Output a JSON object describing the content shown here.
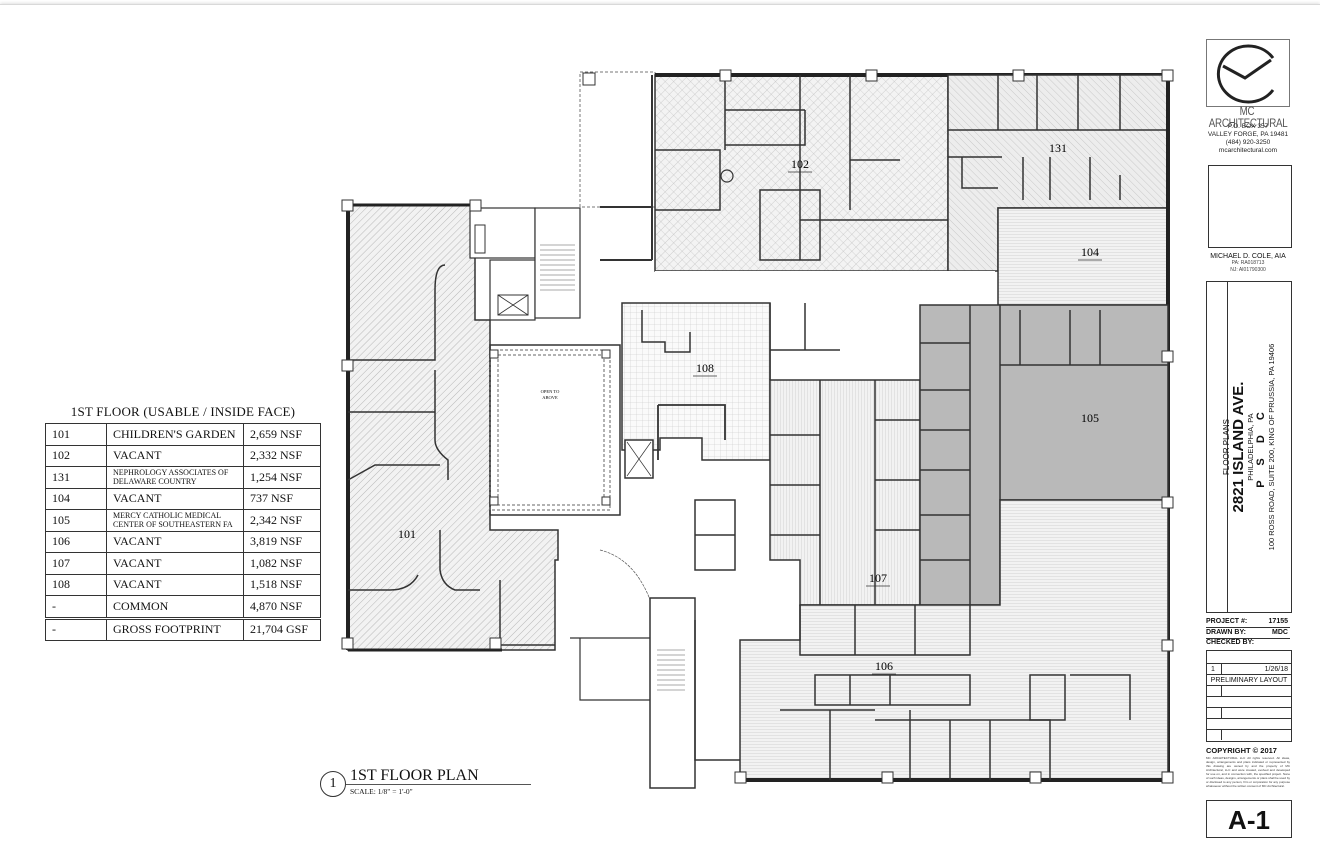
{
  "area_table": {
    "title": "1ST FLOOR (USABLE / INSIDE FACE)",
    "rows": [
      {
        "suite": "101",
        "tenant": "CHILDREN'S GARDEN",
        "area": "2,659 NSF"
      },
      {
        "suite": "102",
        "tenant": "VACANT",
        "area": "2,332 NSF"
      },
      {
        "suite": "131",
        "tenant": "NEPHROLOGY ASSOCIATES OF DELAWARE COUNTRY",
        "area": "1,254 NSF"
      },
      {
        "suite": "104",
        "tenant": "VACANT",
        "area": "737 NSF"
      },
      {
        "suite": "105",
        "tenant": "MERCY CATHOLIC MEDICAL CENTER OF SOUTHEASTERN FA",
        "area": "2,342 NSF"
      },
      {
        "suite": "106",
        "tenant": "VACANT",
        "area": "3,819 NSF"
      },
      {
        "suite": "107",
        "tenant": "VACANT",
        "area": "1,082 NSF"
      },
      {
        "suite": "108",
        "tenant": "VACANT",
        "area": "1,518 NSF"
      },
      {
        "suite": "-",
        "tenant": "COMMON",
        "area": "4,870 NSF"
      }
    ],
    "total": {
      "suite": "-",
      "tenant": "GROSS FOOTPRINT",
      "area": "21,704 GSF"
    }
  },
  "plan": {
    "caption_number": "1",
    "caption_title": "1ST FLOOR PLAN",
    "scale": "SCALE: 1/8\" = 1'-0\"",
    "open_to_above": [
      "OPEN TO",
      "ABOVE"
    ],
    "room_labels": {
      "101": "101",
      "102": "102",
      "131": "131",
      "104": "104",
      "105": "105",
      "106": "106",
      "107": "107",
      "108": "108"
    }
  },
  "title_block": {
    "firm_name": "MC ARCHITECTURAL",
    "address": [
      "P.O. BOX 357",
      "VALLEY FORGE, PA 19481",
      "(484) 920-3250",
      "mcarchitectural.com"
    ],
    "architect": "MICHAEL D. COLE, AIA",
    "license_pa": "PA: RA018713",
    "license_nj": "NJ: AI01790300",
    "sheet_group": "FLOOR PLANS",
    "project_name": "2821 ISLAND AVE.",
    "project_city": "PHILADELPHIA, PA",
    "client": "P S D C",
    "client_address": "100 ROSS ROAD, SUITE 200, KING OF PRUSSIA, PA 19406",
    "project_number_label": "PROJECT #:",
    "project_number": "17155",
    "drawn_by_label": "DRAWN BY:",
    "drawn_by": "MDC",
    "checked_by_label": "CHECKED BY:",
    "checked_by": "",
    "revisions": [
      {
        "number": "1",
        "date": "1/26/18",
        "description": "PRELIMINARY LAYOUT"
      }
    ],
    "copyright": "COPYRIGHT © 2017",
    "copyright_text": "MC ARCHITECTURAL LLC All rights reserved. All ideas, design, arrangements and plans indicated or represented by this drawing are owned by and the property of MC Architectural, LLC and were created, evolved and developed for use on, and in connection with, the specified project. None of such ideas, designs, arrangements or plans shall be used by or disclosed to any person, firm or corporation for any purpose whatsoever without the written consent of MC Architectural.",
    "sheet_number": "A-1"
  },
  "colors": {
    "line": "#333333",
    "hatch": "#9a9a9a",
    "suite_105_fill": "#b8b8b8",
    "suite_104_fill": "#d8d8d8",
    "grid_fill": "#f4f4f4"
  }
}
